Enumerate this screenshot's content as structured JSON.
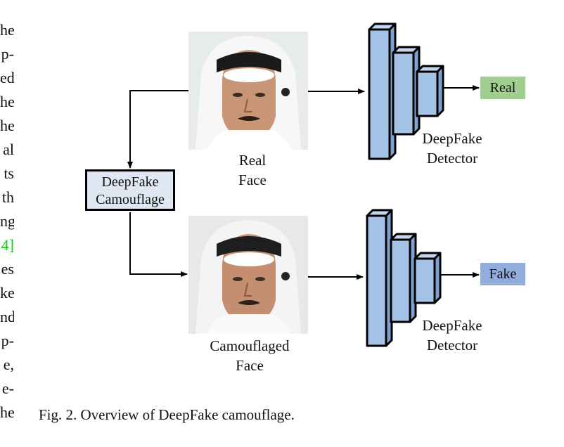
{
  "left_column_fragments": [
    "he",
    "p-",
    "ed",
    "he",
    "he",
    "al",
    "ts",
    "th",
    "ng",
    "4]",
    "es",
    "ke",
    "nd",
    "p-",
    "e,",
    "e-",
    "he"
  ],
  "diagram": {
    "camouflage_box": {
      "line1": "DeepFake",
      "line2": "Camouflage"
    },
    "real_face_label": {
      "line1": "Real",
      "line2": "Face"
    },
    "camouflaged_face_label": {
      "line1": "Camouflaged",
      "line2": "Face"
    },
    "detector_top_label": {
      "line1": "DeepFake",
      "line2": "Detector"
    },
    "detector_bottom_label": {
      "line1": "DeepFake",
      "line2": "Detector"
    },
    "output_real": "Real",
    "output_fake": "Fake",
    "colors": {
      "detector_fill": "#a4c3e6",
      "real_fill": "#9fce8e",
      "fake_fill": "#93acde",
      "camouflage_fill": "#dfe8f2"
    }
  },
  "caption": "Fig. 2.  Overview of DeepFake camouflage."
}
